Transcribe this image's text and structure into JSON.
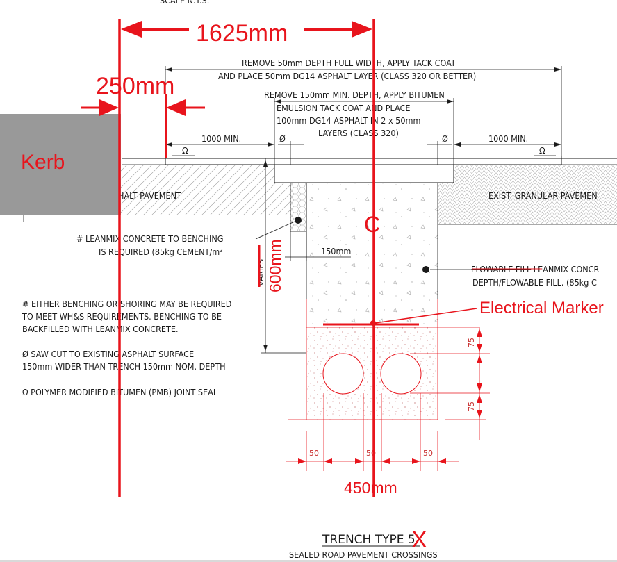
{
  "top_cut_text": "SCALE N.T.S.",
  "dimensions": {
    "kerb_to_centreline": "1625mm",
    "kerb_offset": "250mm",
    "depth": "600mm",
    "trench_width": "450mm",
    "min_left": "1000 MIN.",
    "min_right": "1000 MIN.",
    "bench_width": "150mm",
    "varies": "VARIES",
    "conduit_cover_top": "75",
    "conduit_cover_bottom": "75",
    "spacing_left": "50",
    "spacing_mid": "50",
    "spacing_right": "50"
  },
  "symbols": {
    "omega": "Ω",
    "phi": "Ø"
  },
  "notes": {
    "asphalt_line1": "REMOVE 50mm DEPTH FULL WIDTH, APPLY TACK COAT",
    "asphalt_line2": "AND PLACE 50mm DG14 ASPHALT LAYER (CLASS 320 OR BETTER)",
    "bitumen_line1": "REMOVE 150mm MIN. DEPTH, APPLY BITUMEN",
    "bitumen_line2": "EMULSION TACK COAT AND PLACE",
    "bitumen_line3": "100mm DG14 ASPHALT IN 2 x 50mm",
    "bitumen_line4": "LAYERS (CLASS 320)",
    "left_pavement": "HALT PAVEMENT",
    "right_pavement": "EXIST. GRANULAR PAVEMEN",
    "leanmix_line1": "# LEANMIX CONCRETE TO BENCHING",
    "leanmix_line2": "IS REQUIRED (85kg CEMENT/m³",
    "flowable_strike": "FLOWABLE FILL",
    "flowable_line1": " LEANMIX CONCR",
    "flowable_line2": "DEPTH/FLOWABLE FILL. (85kg C",
    "note_hash_1": "#  EITHER BENCHING OR SHORING MAY BE REQUIRED",
    "note_hash_2": "TO MEET WH&S REQUIREMENTS. BENCHING TO BE",
    "note_hash_3": "BACKFILLED WITH LEANMIX CONCRETE.",
    "note_phi_1": "Ø  SAW CUT TO EXISTING ASPHALT SURFACE",
    "note_phi_2": "150mm WIDER THAN TRENCH 150mm NOM. DEPTH",
    "note_omega": "Ω  POLYMER MODIFIED BITUMEN (PMB) JOINT SEAL"
  },
  "annotations": {
    "kerb_label": "Kerb",
    "centreline_label": "C",
    "marker_label": "Electrical Marker",
    "title_mark": "X"
  },
  "title": {
    "main": "TRENCH TYPE 5",
    "sub": "SEALED ROAD PAVEMENT CROSSINGS"
  },
  "colors": {
    "markup_red": "#e8141c",
    "kerb_grey": "#999999",
    "linework": "#1a1a1a"
  }
}
